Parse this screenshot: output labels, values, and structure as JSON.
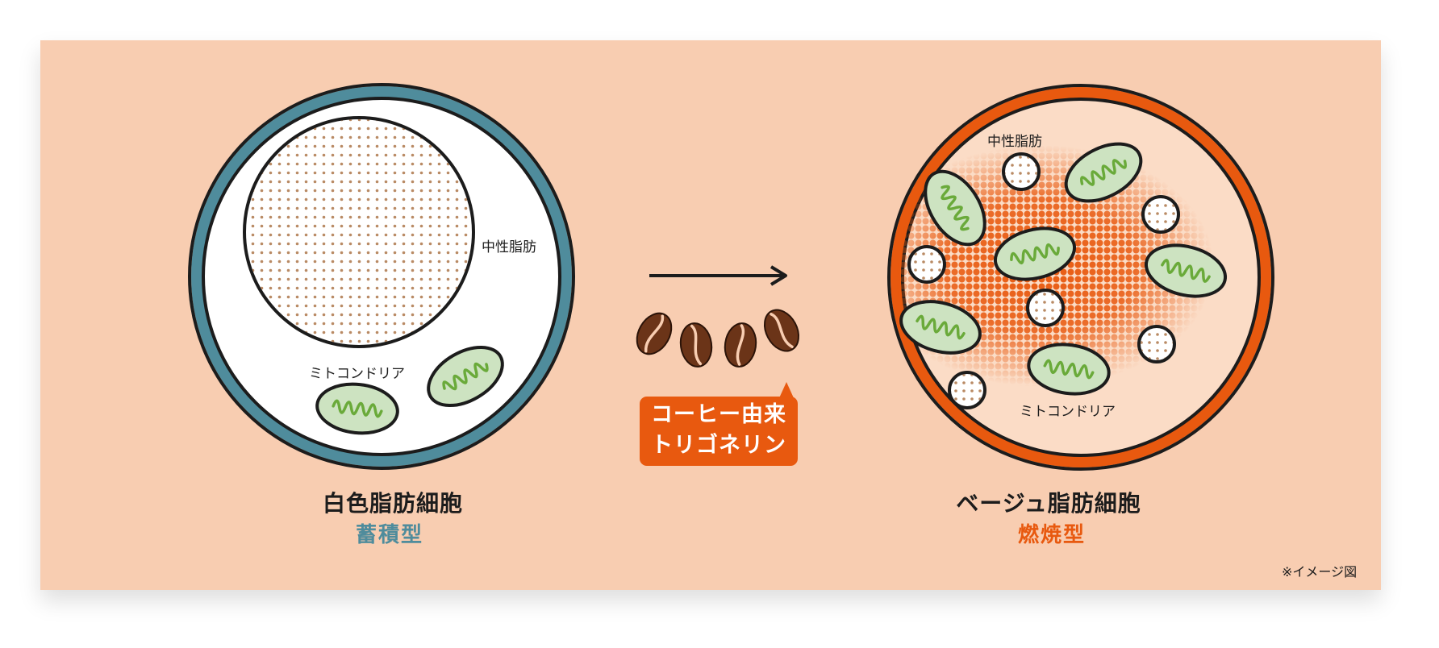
{
  "left_cell": {
    "title": "白色脂肪細胞",
    "type": "蓄積型",
    "fat_label": "中性脂肪",
    "mito_label": "ミトコンドリア",
    "color": "#4f8c9c"
  },
  "right_cell": {
    "title": "ベージュ脂肪細胞",
    "type": "燃焼型",
    "fat_label": "中性脂肪",
    "mito_label": "ミトコンドリア",
    "color": "#e8590f"
  },
  "badge": {
    "line1": "コーヒー由来",
    "line2": "トリゴネリン",
    "color": "#e8590f"
  },
  "note": "※イメージ図",
  "colors": {
    "background": "#f8cdb1",
    "mitochondria_fill": "#cde3c1",
    "mitochondria_squiggle": "#6aaa3a",
    "fat_dots": "#b98a64",
    "coffee_bean": "#6b3418"
  },
  "icons": [
    "arrow-right-icon",
    "coffee-bean-icon"
  ]
}
